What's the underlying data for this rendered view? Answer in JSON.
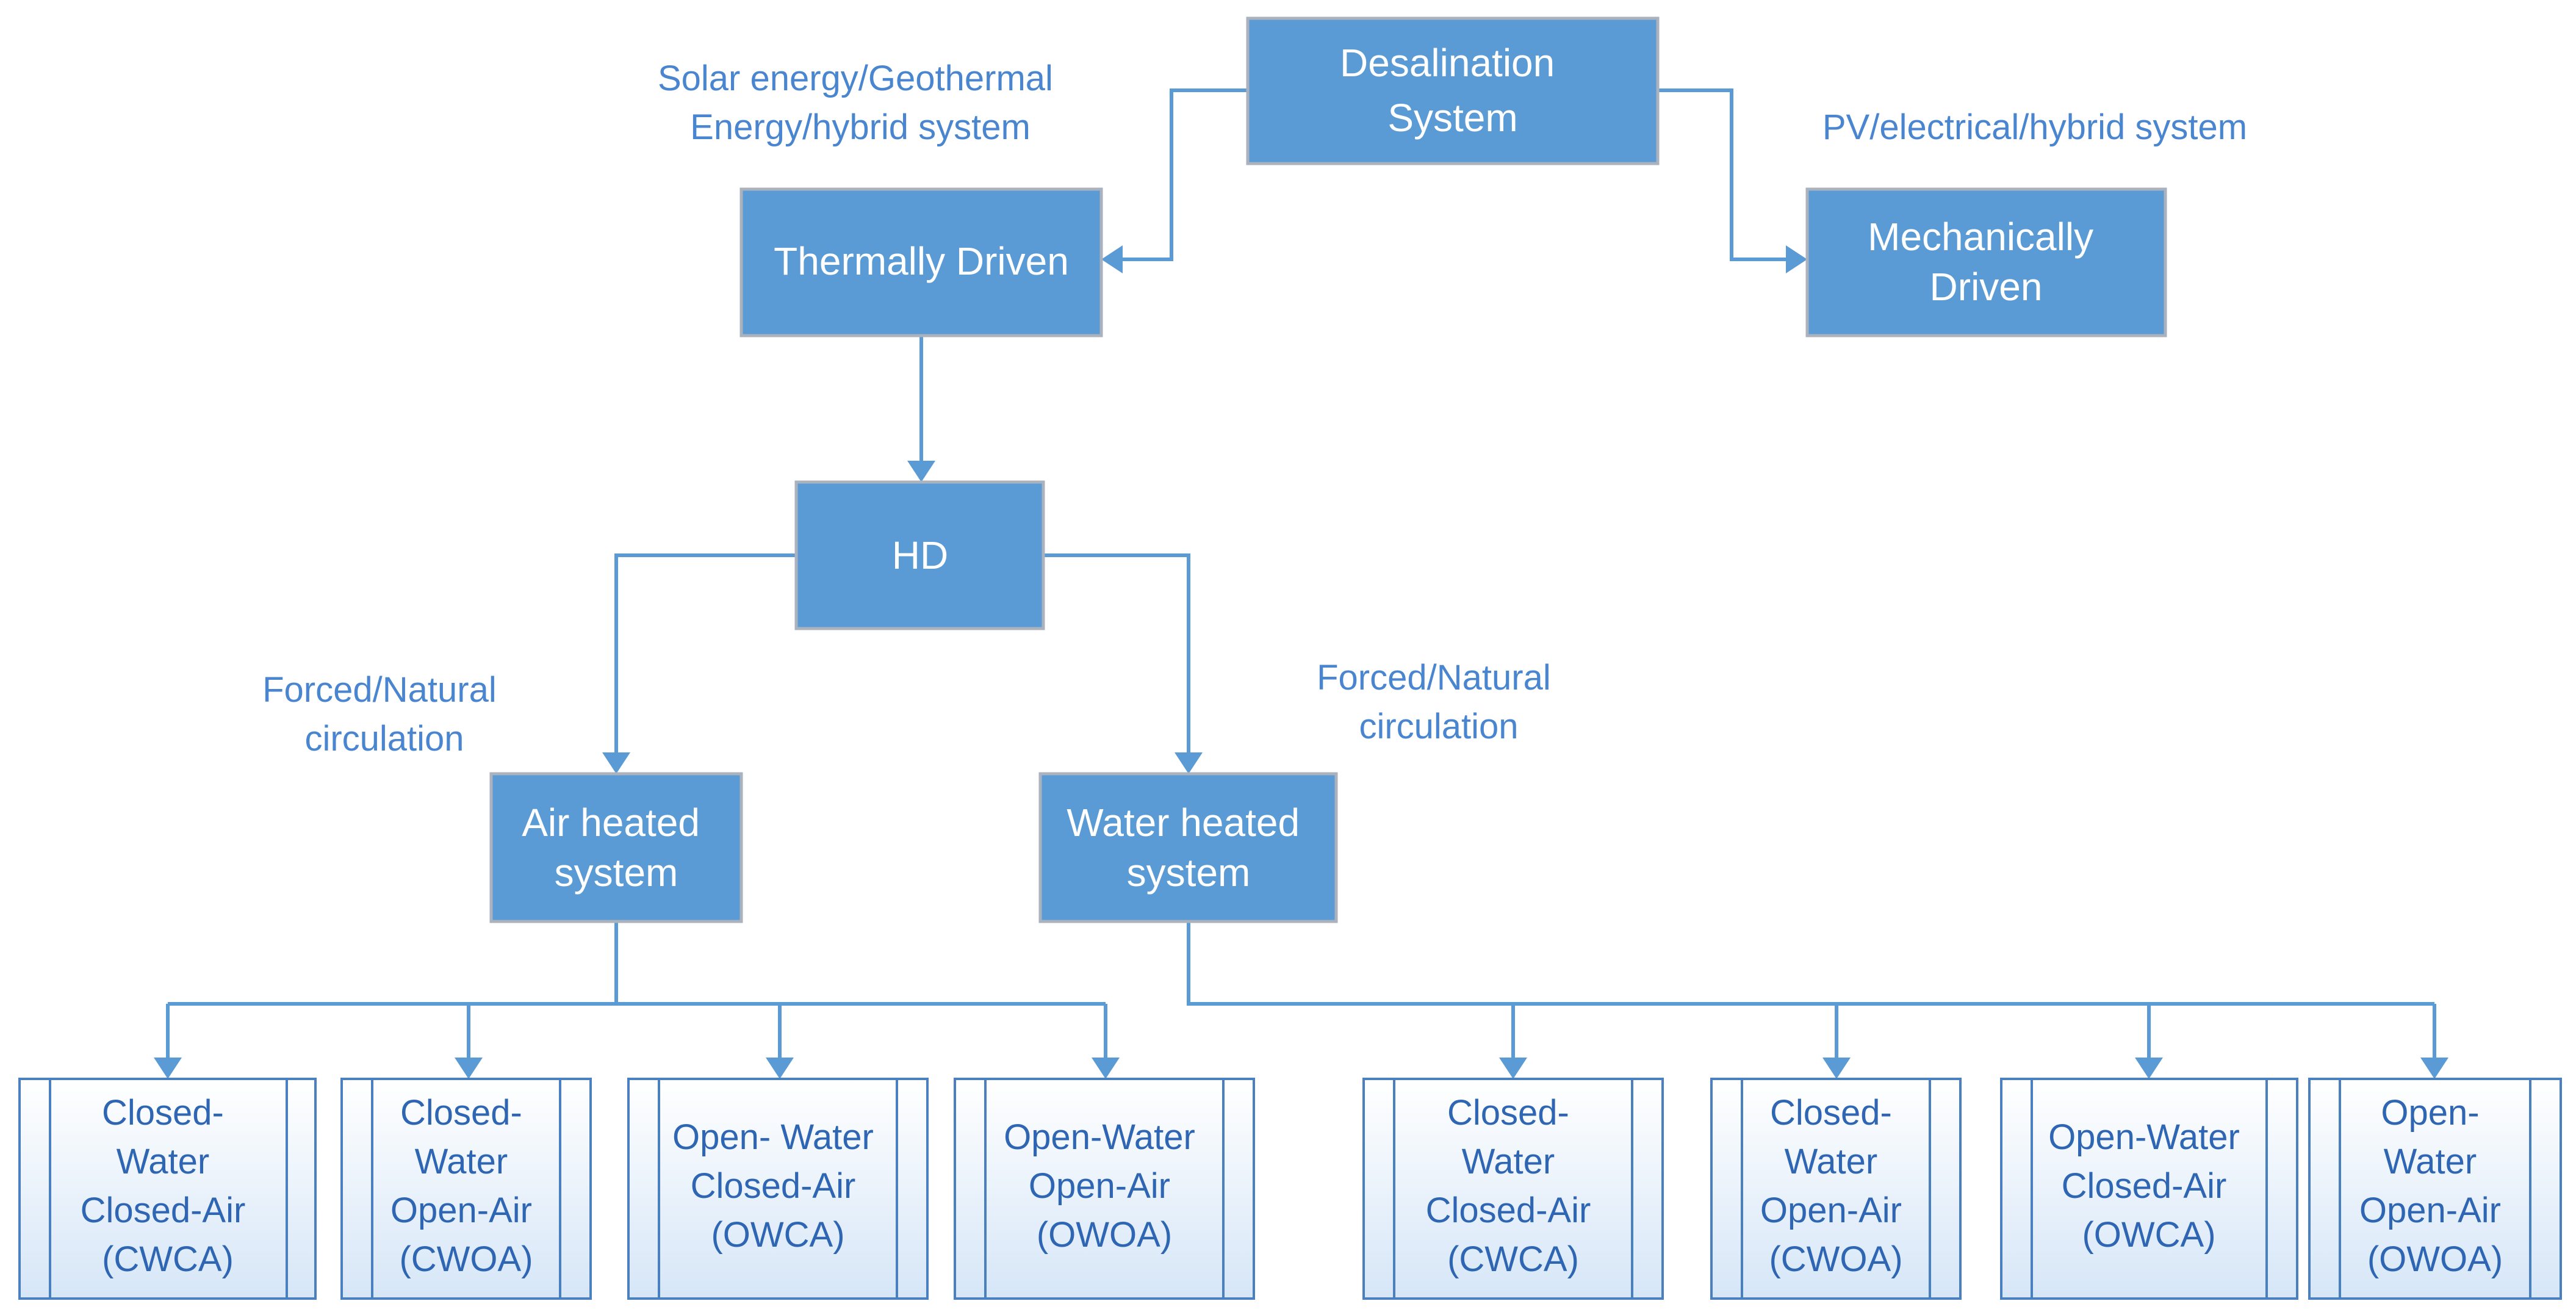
{
  "nodes": {
    "desalination": [
      "Desalination",
      "System"
    ],
    "thermally": [
      "Thermally Driven"
    ],
    "mechanically": [
      "Mechanically",
      "Driven"
    ],
    "hd": [
      "HD"
    ],
    "air_heated": [
      "Air heated",
      "system"
    ],
    "water_heated": [
      "Water heated",
      "system"
    ]
  },
  "leaves": {
    "air": [
      [
        "Closed-",
        "Water",
        "Closed-Air",
        "(CWCA)"
      ],
      [
        "Closed-",
        "Water",
        "Open-Air",
        "(CWOA)"
      ],
      [
        "Open- Water",
        "Closed-Air",
        "(OWCA)"
      ],
      [
        "Open-Water",
        "Open-Air",
        "(OWOA)"
      ]
    ],
    "water": [
      [
        "Closed-",
        "Water",
        "Closed-Air",
        "(CWCA)"
      ],
      [
        "Closed-",
        "Water",
        "Open-Air",
        "(CWOA)"
      ],
      [
        "Open-Water",
        "Closed-Air",
        "(OWCA)"
      ],
      [
        "Open-",
        "Water",
        "Open-Air",
        "(OWOA)"
      ]
    ]
  },
  "edge_labels": {
    "thermal_energy": [
      "Solar energy/Geothermal",
      "Energy/hybrid system"
    ],
    "mechanical_energy": [
      "PV/electrical/hybrid system"
    ],
    "air_circulation": [
      "Forced/Natural",
      "circulation"
    ],
    "water_circulation": [
      "Forced/Natural",
      "circulation"
    ]
  },
  "colors": {
    "node_fill": "#5b9bd5",
    "node_text": "#ffffff",
    "leaf_text": "#2f66b3",
    "label_text": "#4a86cf",
    "connector": "#5b9bd5"
  }
}
